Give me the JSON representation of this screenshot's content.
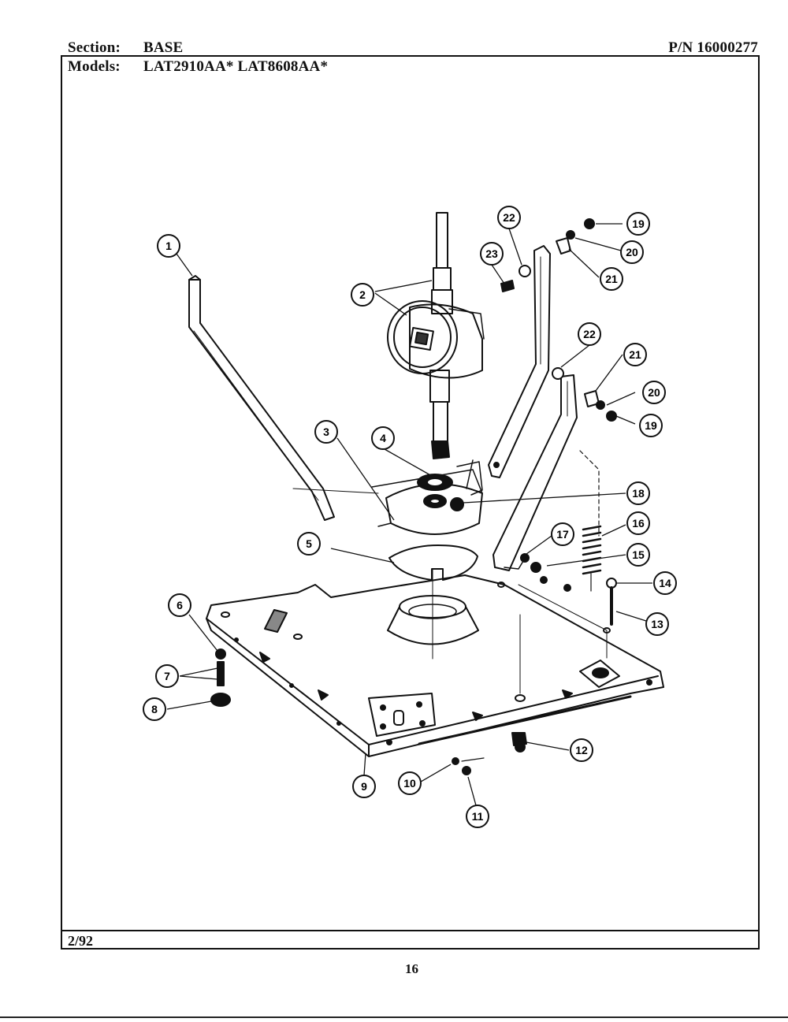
{
  "header": {
    "section_label": "Section:",
    "section_value": "BASE",
    "part_number": "P/N 16000277",
    "models_label": "Models:",
    "models_value": "LAT2910AA*  LAT8608AA*"
  },
  "footer": {
    "date_code": "2/92",
    "page_number": "16"
  },
  "callouts": [
    {
      "id": "1",
      "label": "1"
    },
    {
      "id": "2",
      "label": "2"
    },
    {
      "id": "3",
      "label": "3"
    },
    {
      "id": "4",
      "label": "4"
    },
    {
      "id": "5",
      "label": "5"
    },
    {
      "id": "6",
      "label": "6"
    },
    {
      "id": "7",
      "label": "7"
    },
    {
      "id": "8",
      "label": "8"
    },
    {
      "id": "9",
      "label": "9"
    },
    {
      "id": "10",
      "label": "10"
    },
    {
      "id": "11",
      "label": "11"
    },
    {
      "id": "12",
      "label": "12"
    },
    {
      "id": "13",
      "label": "13"
    },
    {
      "id": "14",
      "label": "14"
    },
    {
      "id": "15",
      "label": "15"
    },
    {
      "id": "16",
      "label": "16"
    },
    {
      "id": "17",
      "label": "17"
    },
    {
      "id": "18",
      "label": "18"
    },
    {
      "id": "19a",
      "label": "19"
    },
    {
      "id": "19b",
      "label": "19"
    },
    {
      "id": "20a",
      "label": "20"
    },
    {
      "id": "20b",
      "label": "20"
    },
    {
      "id": "21a",
      "label": "21"
    },
    {
      "id": "21b",
      "label": "21"
    },
    {
      "id": "22a",
      "label": "22"
    },
    {
      "id": "22b",
      "label": "22"
    },
    {
      "id": "23",
      "label": "23"
    }
  ]
}
